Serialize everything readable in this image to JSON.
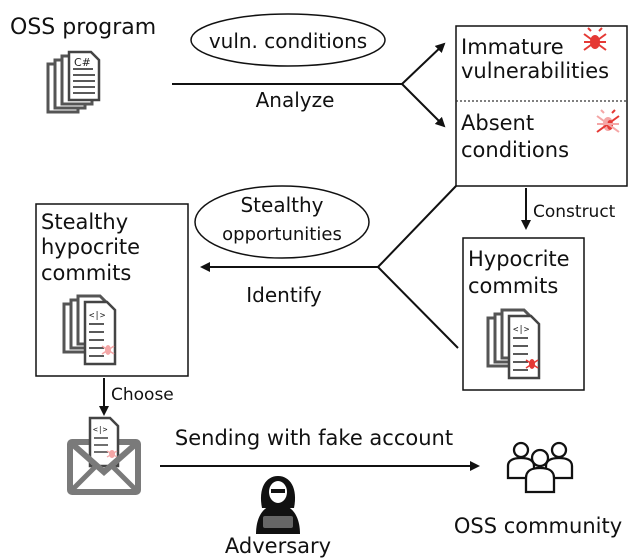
{
  "nodes": {
    "oss_program": "OSS program",
    "vuln_conditions": "vuln. conditions",
    "analyze": "Analyze",
    "immature_line1": "Immature",
    "immature_line2": "vulnerabilities",
    "absent_line1": "Absent",
    "absent_line2": "conditions",
    "construct": "Construct",
    "stealthy_opp_line1": "Stealthy",
    "stealthy_opp_line2": "opportunities",
    "identify": "Identify",
    "stealthy_commits_line1": "Stealthy",
    "stealthy_commits_line2": "hypocrite",
    "stealthy_commits_line3": "commits",
    "hypocrite_line1": "Hypocrite",
    "hypocrite_line2": "commits",
    "choose": "Choose",
    "sending": "Sending with fake account",
    "oss_community": "OSS community",
    "adversary": "Adversary"
  },
  "icons": {
    "file_code_label": "C#",
    "patch_label": "<|>",
    "bug_color": "#e53935",
    "bug_light_color": "#f4a6a6",
    "doc_stroke": "#444444",
    "envelope_color": "#7a7a7a"
  }
}
